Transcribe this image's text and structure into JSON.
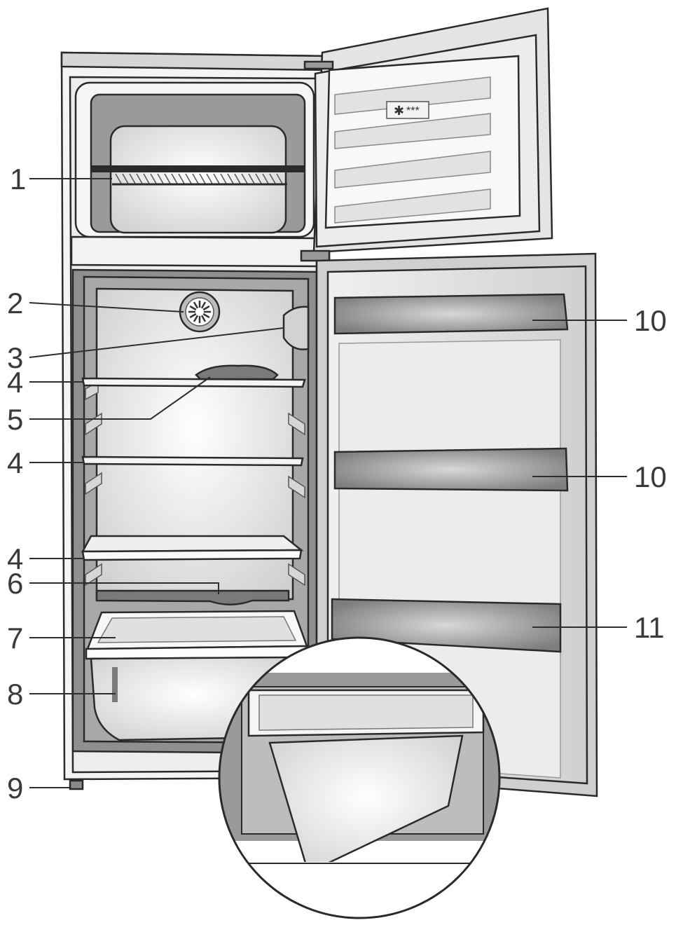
{
  "diagram": {
    "subject": "refrigerator-freezer-parts",
    "callouts": [
      {
        "id": "c1",
        "label": "1"
      },
      {
        "id": "c2",
        "label": "2"
      },
      {
        "id": "c3",
        "label": "3"
      },
      {
        "id": "c4a",
        "label": "4"
      },
      {
        "id": "c5",
        "label": "5"
      },
      {
        "id": "c4b",
        "label": "4"
      },
      {
        "id": "c4c",
        "label": "4"
      },
      {
        "id": "c6",
        "label": "6"
      },
      {
        "id": "c7",
        "label": "7"
      },
      {
        "id": "c8",
        "label": "8"
      },
      {
        "id": "c9",
        "label": "9"
      },
      {
        "id": "c10a",
        "label": "10"
      },
      {
        "id": "c10b",
        "label": "10"
      },
      {
        "id": "c11",
        "label": "11"
      }
    ],
    "freezer_star_rating": "***",
    "colors": {
      "outline": "#2a2a2a",
      "cabinet": "#d9d9d9",
      "liner_dark": "#8c8c8c",
      "interior": "#e6e6e6",
      "shelf": "#f2f2f2",
      "door_bin": "#a0a0a0"
    }
  }
}
